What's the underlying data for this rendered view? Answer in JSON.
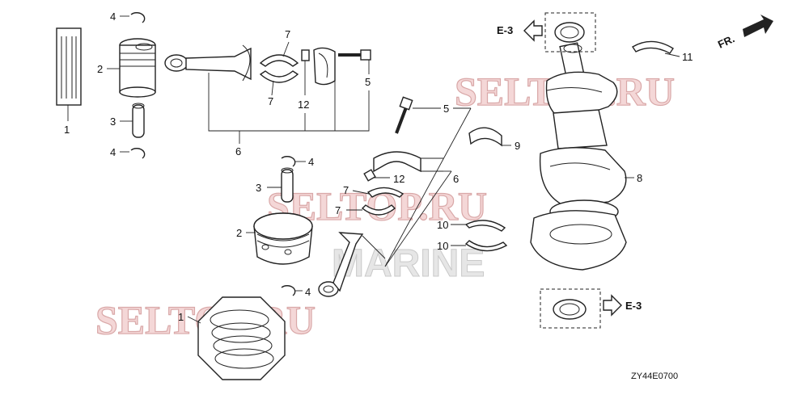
{
  "watermarks": [
    "SELTOP.RU",
    "SELTOP.RU",
    "SELTOP.RU",
    "MARINE"
  ],
  "callouts": {
    "n1_top": "1",
    "n2_top": "2",
    "n3_top": "3",
    "n4_top_a": "4",
    "n4_top_b": "4",
    "n7_a": "7",
    "n7_b": "7",
    "n12_a": "12",
    "n5_a": "5",
    "n6_a": "6",
    "n5_b": "5",
    "n9": "9",
    "n12_b": "12",
    "n6_b": "6",
    "n4_mid": "4",
    "n3_mid": "3",
    "n7_c": "7",
    "n7_d": "7",
    "n2_mid": "2",
    "n4_low": "4",
    "n1_low": "1",
    "n10_a": "10",
    "n10_b": "10",
    "n8": "8",
    "n11": "11"
  },
  "references": {
    "top": "E-3",
    "bottom": "E-3"
  },
  "direction_label": "FR.",
  "diagram_code": "ZY44E0700"
}
